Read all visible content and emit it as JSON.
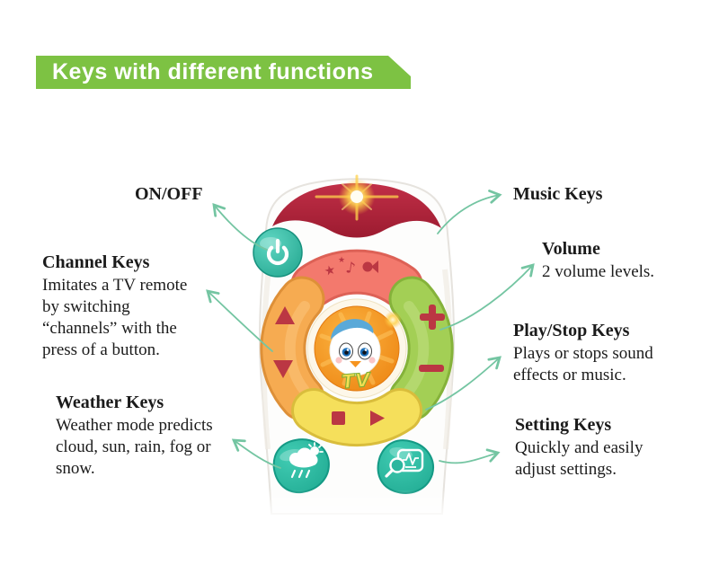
{
  "banner": {
    "title": "Keys with different functions",
    "bg_color": "#7dc243",
    "text_color": "#ffffff"
  },
  "annotations": {
    "on_off": {
      "title": "ON/OFF"
    },
    "music": {
      "title": "Music Keys"
    },
    "volume": {
      "title": "Volume",
      "description_lines": [
        "2 volume levels."
      ]
    },
    "channel": {
      "title": "Channel Keys",
      "description_lines": [
        "Imitates a TV remote",
        "by switching",
        "“channels” with the",
        "press of a button."
      ]
    },
    "play_stop": {
      "title": "Play/Stop Keys",
      "description_lines": [
        "Plays or stops sound",
        "effects or music."
      ]
    },
    "weather": {
      "title": "Weather Keys",
      "description_lines": [
        "Weather mode predicts",
        "cloud, sun, rain, fog or",
        "snow."
      ]
    },
    "setting": {
      "title": "Setting Keys",
      "description_lines": [
        "Quickly and easily",
        "adjust settings."
      ]
    }
  },
  "remote": {
    "character_text": "TV",
    "buttons": [
      {
        "name": "power",
        "color": "#2ebfa7",
        "icon": "power-symbol"
      },
      {
        "name": "music",
        "color": "#f3796d",
        "icon": "music-notes"
      },
      {
        "name": "channel-up",
        "color": "#f6ab51",
        "icon": "triangle-up"
      },
      {
        "name": "channel-down",
        "color": "#f6ab51",
        "icon": "triangle-down"
      },
      {
        "name": "volume-up",
        "color": "#a3cf55",
        "icon": "plus"
      },
      {
        "name": "volume-down",
        "color": "#a3cf55",
        "icon": "minus"
      },
      {
        "name": "stop",
        "color": "#f5df5b",
        "icon": "square"
      },
      {
        "name": "play",
        "color": "#f5df5b",
        "icon": "triangle-right"
      },
      {
        "name": "weather",
        "color": "#2ebfa7",
        "icon": "sun-cloud-rain"
      },
      {
        "name": "setting",
        "color": "#2ebfa7",
        "icon": "magnifier-screen"
      }
    ],
    "colors": {
      "top_band": "#a32638",
      "icon_red": "#bb3743",
      "center_circle": "#f08519",
      "arrow_green": "#74c5a2"
    }
  }
}
